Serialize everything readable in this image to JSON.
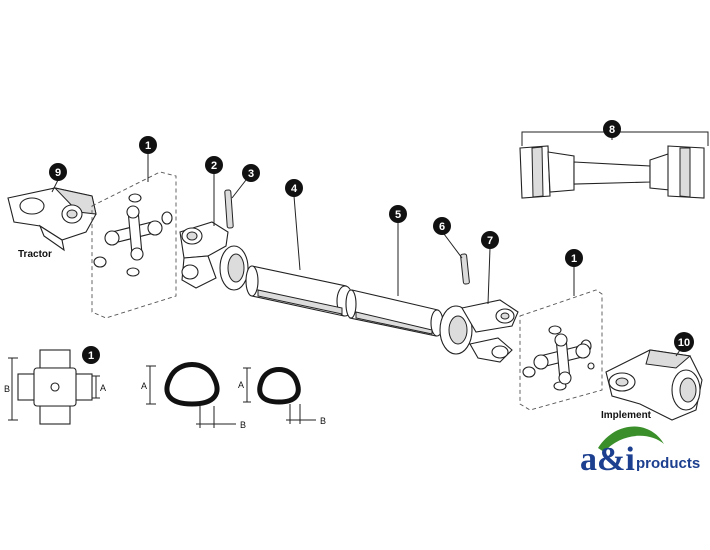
{
  "callouts": {
    "c1a": "1",
    "c2": "2",
    "c3": "3",
    "c4": "4",
    "c5": "5",
    "c6": "6",
    "c7": "7",
    "c8": "8",
    "c9": "9",
    "c10": "10",
    "c1b": "1",
    "c1c": "1"
  },
  "labels": {
    "tractor": "Tractor",
    "implement": "Implement"
  },
  "dimensions": {
    "a": "A",
    "b": "B"
  },
  "brand": {
    "logo_letters": "a&i",
    "name": "products"
  },
  "colors": {
    "callout_fill": "#111111",
    "brand_blue": "#1d3f8f",
    "brand_green": "#3a8f2a"
  }
}
